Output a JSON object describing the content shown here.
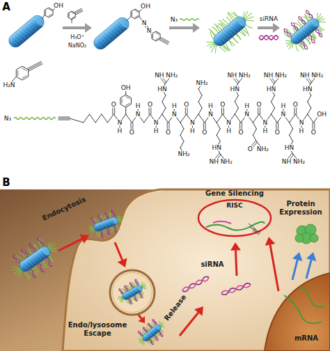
{
  "diagram": {
    "nodes": [
      {
        "text": [
          "Gene Silencing",
          "RISC"
        ]
      }
    ],
    "labels": [
      "A",
      "OH",
      "H₃O⁺",
      "NaNO₂",
      "OH",
      "N",
      "N",
      "N₃",
      "siRNA",
      "H₂N",
      "N₃",
      "O",
      "H",
      "N",
      "O",
      "OH",
      "H",
      "N",
      "O",
      "H",
      "N",
      "O",
      "HN",
      "NH",
      "NH₂",
      "H",
      "N",
      "O",
      "NH₂",
      "H",
      "N",
      "O",
      "NH₂",
      "H",
      "N",
      "O",
      "HN",
      "NH",
      "NH₂",
      "H",
      "N",
      "O",
      "HN",
      "NH",
      "NH₂",
      "H",
      "N",
      "O",
      "O",
      "NH₂",
      "H",
      "N",
      "O",
      "HN",
      "NH",
      "NH₂",
      "H",
      "N",
      "O",
      "HN",
      "NH",
      "NH₂",
      "H",
      "N",
      "O",
      "HN",
      "NH",
      "NH₂",
      "OH",
      "B",
      "Endocytosis",
      "Endo/lysosome Escape",
      "Release",
      "siRNA",
      "Protein Expression",
      "mRNA"
    ]
  }
}
